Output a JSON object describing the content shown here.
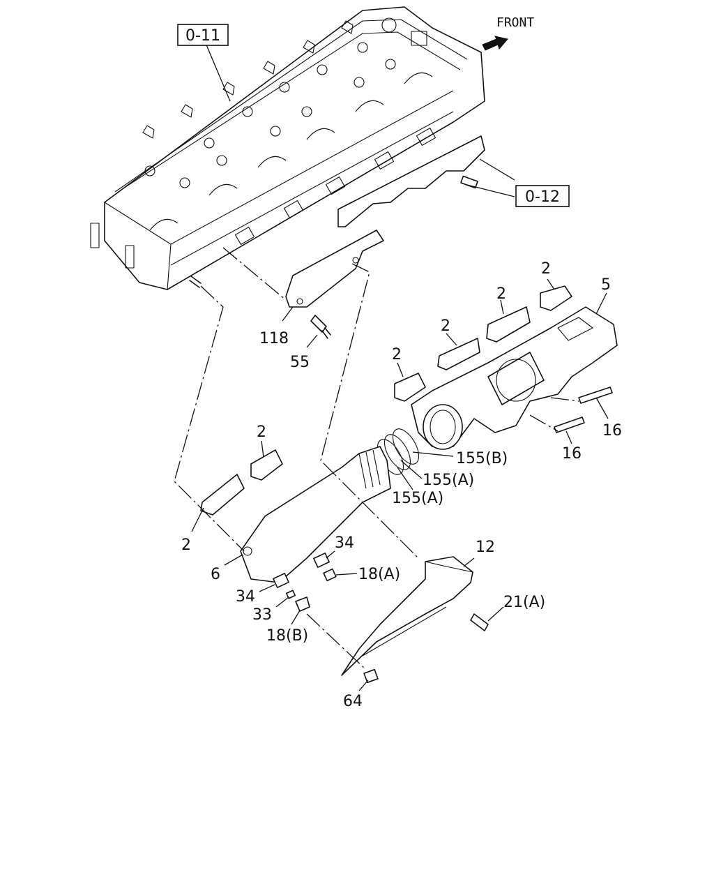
{
  "front_label": "FRONT",
  "refs": {
    "head": "0-11",
    "shield": "0-12"
  },
  "callouts": {
    "c_118": "118",
    "c_55": "55",
    "c_5": "5",
    "c_2a": "2",
    "c_2b": "2",
    "c_2c": "2",
    "c_2d": "2",
    "c_2e": "2",
    "c_2f": "2",
    "c_16a": "16",
    "c_16b": "16",
    "c_155b": "155(B)",
    "c_155a1": "155(A)",
    "c_155a2": "155(A)",
    "c_34a": "34",
    "c_34b": "34",
    "c_6": "6",
    "c_18a": "18(A)",
    "c_33": "33",
    "c_18b": "18(B)",
    "c_12": "12",
    "c_21a": "21(A)",
    "c_64": "64"
  }
}
